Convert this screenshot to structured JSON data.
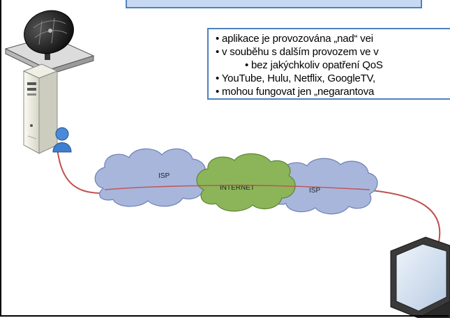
{
  "bullets": [
    {
      "text": "• aplikace je provozována „nad“ vei",
      "level": 1
    },
    {
      "text": "• v souběhu s dalším provozem ve v",
      "level": 1
    },
    {
      "text": "• bez jakýchkoliv opatření QoS",
      "level": 2
    },
    {
      "text": "• YouTube, Hulu, Netflix, GoogleTV,",
      "level": 1
    },
    {
      "text": "• mohou fungovat jen „negarantova",
      "level": 1
    }
  ],
  "clouds": {
    "isp_left": "ISP",
    "internet": "INTERNET",
    "isp_right": "ISP"
  },
  "icons": [
    "satellite-dish-icon",
    "server-tower-icon",
    "user-icon",
    "monitor-icon"
  ],
  "colors": {
    "title_fill": "#c6d9f1",
    "box_border": "#4f81bd",
    "isp_cloud": "#a8b6dc",
    "internet_cloud": "#8cb55a",
    "link_line": "#c0504d"
  }
}
